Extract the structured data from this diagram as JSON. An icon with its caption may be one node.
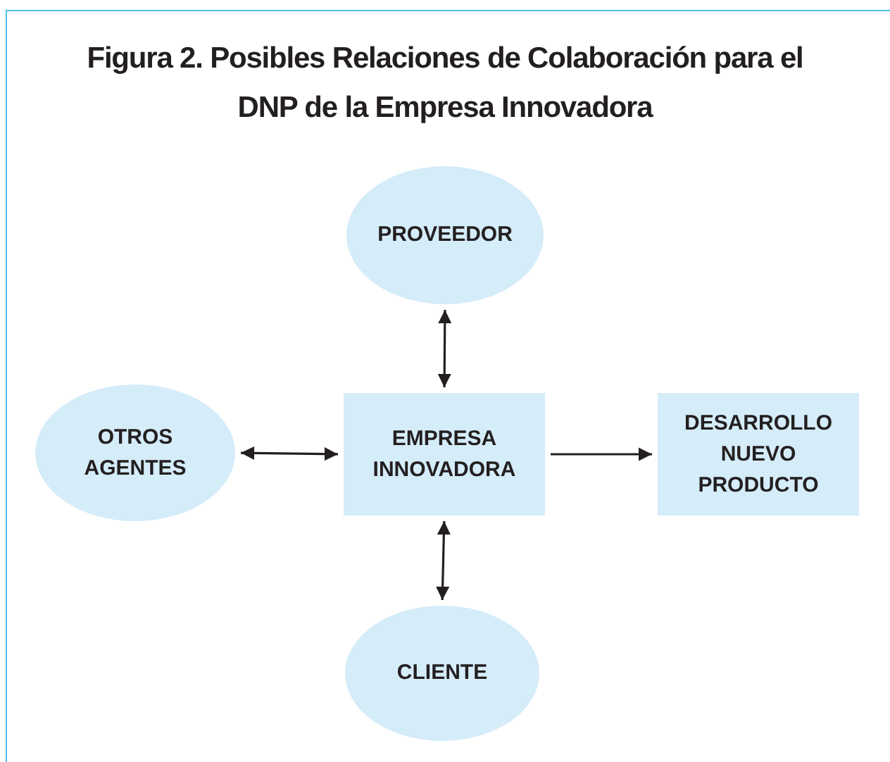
{
  "diagram": {
    "title": "Figura 2. Posibles Relaciones de Colaboración para el DNP de la Empresa Innovadora",
    "nodes": [
      {
        "text": [
          "PROVEEDOR"
        ]
      },
      {
        "text": [
          "OTROS AGENTES"
        ]
      },
      {
        "text": [
          "EMPRESA INNOVADORA"
        ]
      },
      {
        "text": [
          "DESARROLLO NUEVO PRODUCTO"
        ]
      },
      {
        "text": [
          "CLIENTE"
        ]
      }
    ],
    "edges": [
      {
        "from": 2,
        "to": 0,
        "arrow": "both"
      },
      {
        "from": 1,
        "to": 2,
        "arrow": "both"
      },
      {
        "from": 2,
        "to": 3,
        "arrow": "to"
      },
      {
        "from": 2,
        "to": 4,
        "arrow": "both"
      }
    ]
  }
}
